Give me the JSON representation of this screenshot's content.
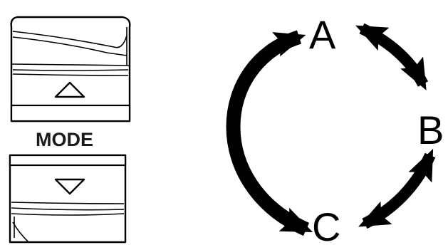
{
  "mode_control": {
    "label": "MODE",
    "up_button_icon": "triangle-up-icon",
    "down_button_icon": "triangle-down-icon"
  },
  "cycle": {
    "nodes": {
      "a": "A",
      "b": "B",
      "c": "C"
    }
  },
  "colors": {
    "ink": "#000000",
    "background": "#ffffff"
  }
}
